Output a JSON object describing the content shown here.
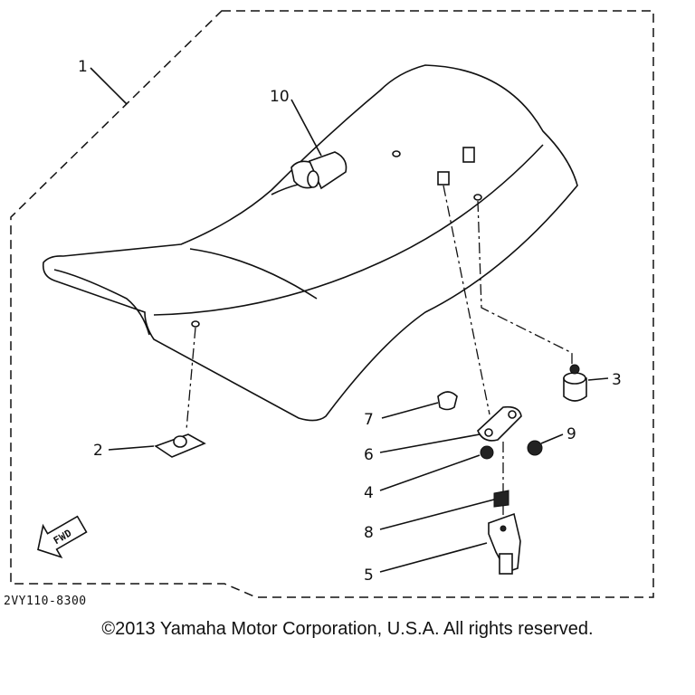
{
  "diagram": {
    "part_code": "2VY110-8300",
    "fwd_label": "FWD",
    "callouts": [
      "1",
      "2",
      "3",
      "4",
      "5",
      "6",
      "7",
      "8",
      "9",
      "10"
    ],
    "copyright": "©2013 Yamaha Motor Corporation, U.S.A. All rights reserved."
  }
}
